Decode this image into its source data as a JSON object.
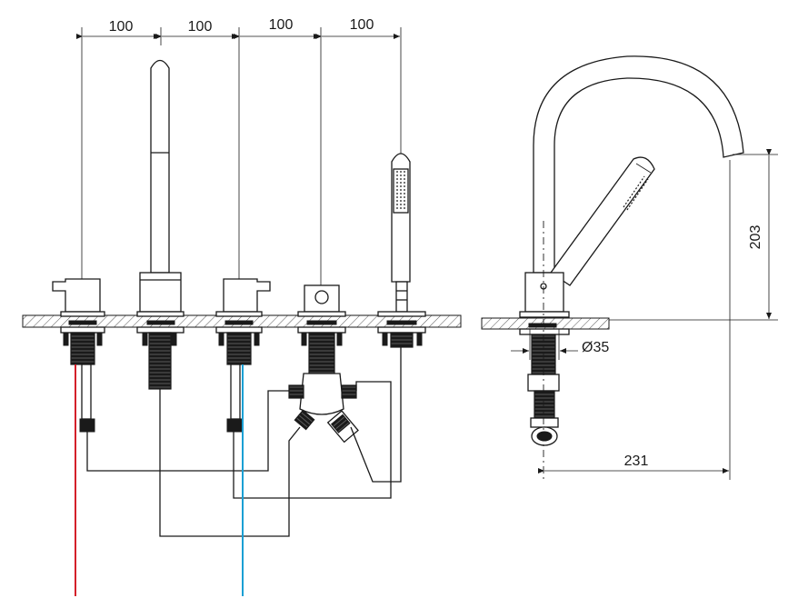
{
  "dimensions": {
    "spacing_1": "100",
    "spacing_2": "100",
    "spacing_3": "100",
    "spacing_4": "100",
    "spout_height": "203",
    "spout_reach": "231",
    "hole_diameter": "Ø35"
  },
  "pipe_colors": {
    "hot": "#d4202a",
    "cold": "#1a9fd4",
    "line": "#1a1a1a"
  }
}
